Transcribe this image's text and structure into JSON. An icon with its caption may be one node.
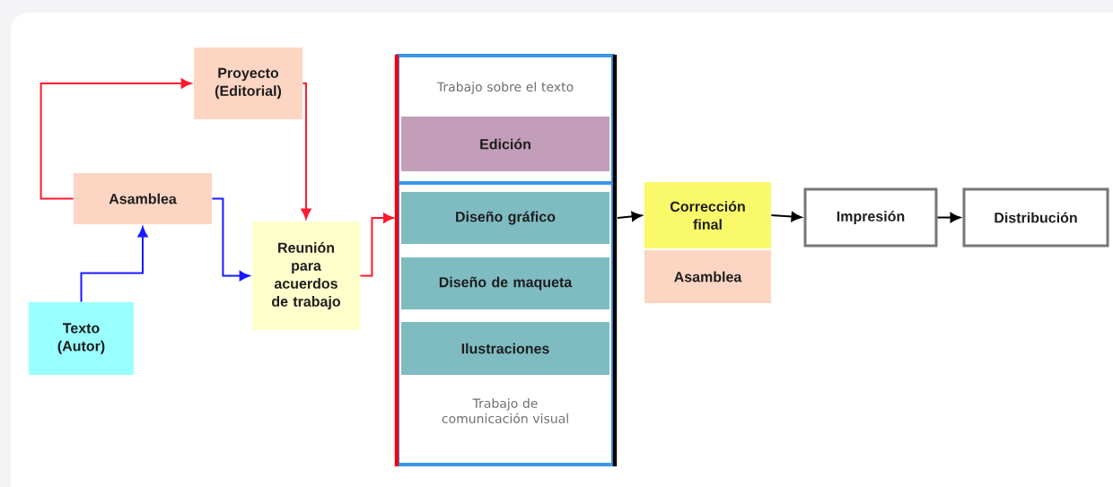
{
  "diagram": {
    "nodes": [
      {
        "text": [
          "Proyecto (Editorial)"
        ]
      },
      {
        "text": [
          "Asamblea"
        ]
      },
      {
        "text": [
          "Texto (Autor)"
        ]
      },
      {
        "text": [
          "Reunión para acuerdos de trabajo"
        ]
      },
      {
        "text": [
          "Trabajo sobre el texto"
        ]
      },
      {
        "text": [
          "Edición"
        ],
        "in": 4
      },
      {
        "text": [
          "Trabajo de comunicación visual"
        ]
      },
      {
        "text": [
          "Diseño gráfico"
        ],
        "in": 6
      },
      {
        "text": [
          "Diseño de maqueta"
        ],
        "in": 6
      },
      {
        "text": [
          "Ilustraciones"
        ],
        "in": 6
      },
      {
        "text": [
          "Corrección final"
        ]
      },
      {
        "text": [
          "Asamblea"
        ]
      },
      {
        "text": [
          "Impresión"
        ]
      },
      {
        "text": [
          "Distribución"
        ]
      }
    ],
    "edges": [
      {
        "from": 1,
        "to": 0,
        "arrow": "to",
        "color": "#ff1a2e"
      },
      {
        "from": 0,
        "to": 3,
        "arrow": "to",
        "color": "#ff1a2e"
      },
      {
        "from": 2,
        "to": 1,
        "arrow": "to",
        "color": "#1a1aff"
      },
      {
        "from": 1,
        "to": 3,
        "arrow": "to",
        "color": "#1a1aff"
      },
      {
        "from": 3,
        "to": 6,
        "arrow": "to",
        "color": "#ff1a2e"
      },
      {
        "from": 6,
        "to": 10,
        "arrow": "to",
        "color": "#000000"
      },
      {
        "from": 10,
        "to": 12,
        "arrow": "to",
        "color": "#000000"
      },
      {
        "from": 12,
        "to": 13,
        "arrow": "to",
        "color": "#000000"
      }
    ]
  }
}
